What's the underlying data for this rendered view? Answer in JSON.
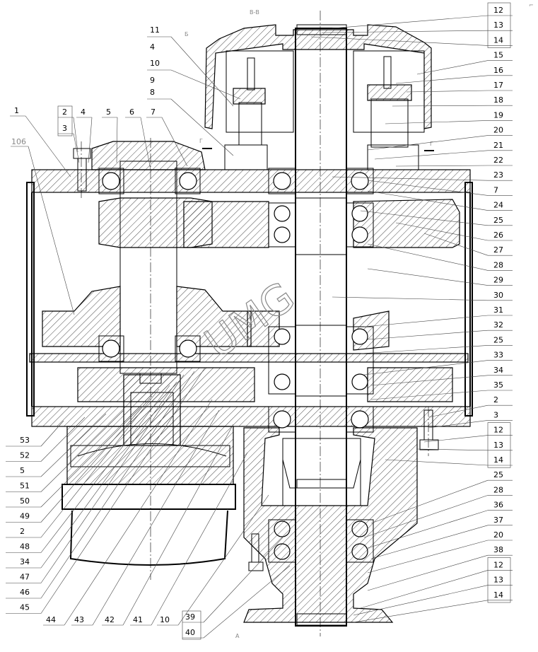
{
  "section_label": "В-В",
  "view_mark_top": "Б",
  "view_mark_bottom": "А",
  "cut_mark": "Г",
  "watermark": "UMG",
  "right_callouts": [
    "12",
    "13",
    "14",
    "15",
    "16",
    "17",
    "18",
    "19",
    "20",
    "21",
    "22",
    "23",
    "7",
    "24",
    "25",
    "26",
    "27",
    "28",
    "29",
    "30",
    "31",
    "32",
    "25",
    "33",
    "34",
    "35",
    "2",
    "3",
    "12",
    "13",
    "14",
    "25",
    "28",
    "36",
    "37",
    "20",
    "38",
    "12",
    "13",
    "14"
  ],
  "top_callouts": [
    {
      "top": "11",
      "bottom": "4"
    },
    {
      "top": "10",
      "bottom": "9"
    },
    {
      "top": "8",
      "bottom": ""
    }
  ],
  "upper_left_labels": [
    "1",
    "2",
    "3",
    "4",
    "5",
    "6",
    "7"
  ],
  "ref_106": "106",
  "left_callouts": [
    "53",
    "52",
    "5",
    "51",
    "50",
    "49",
    "2",
    "48",
    "34",
    "47",
    "46",
    "45"
  ],
  "bottom_callouts": [
    "44",
    "43",
    "42",
    "41",
    "10",
    "39",
    "40"
  ],
  "corner_mark": "⌐"
}
